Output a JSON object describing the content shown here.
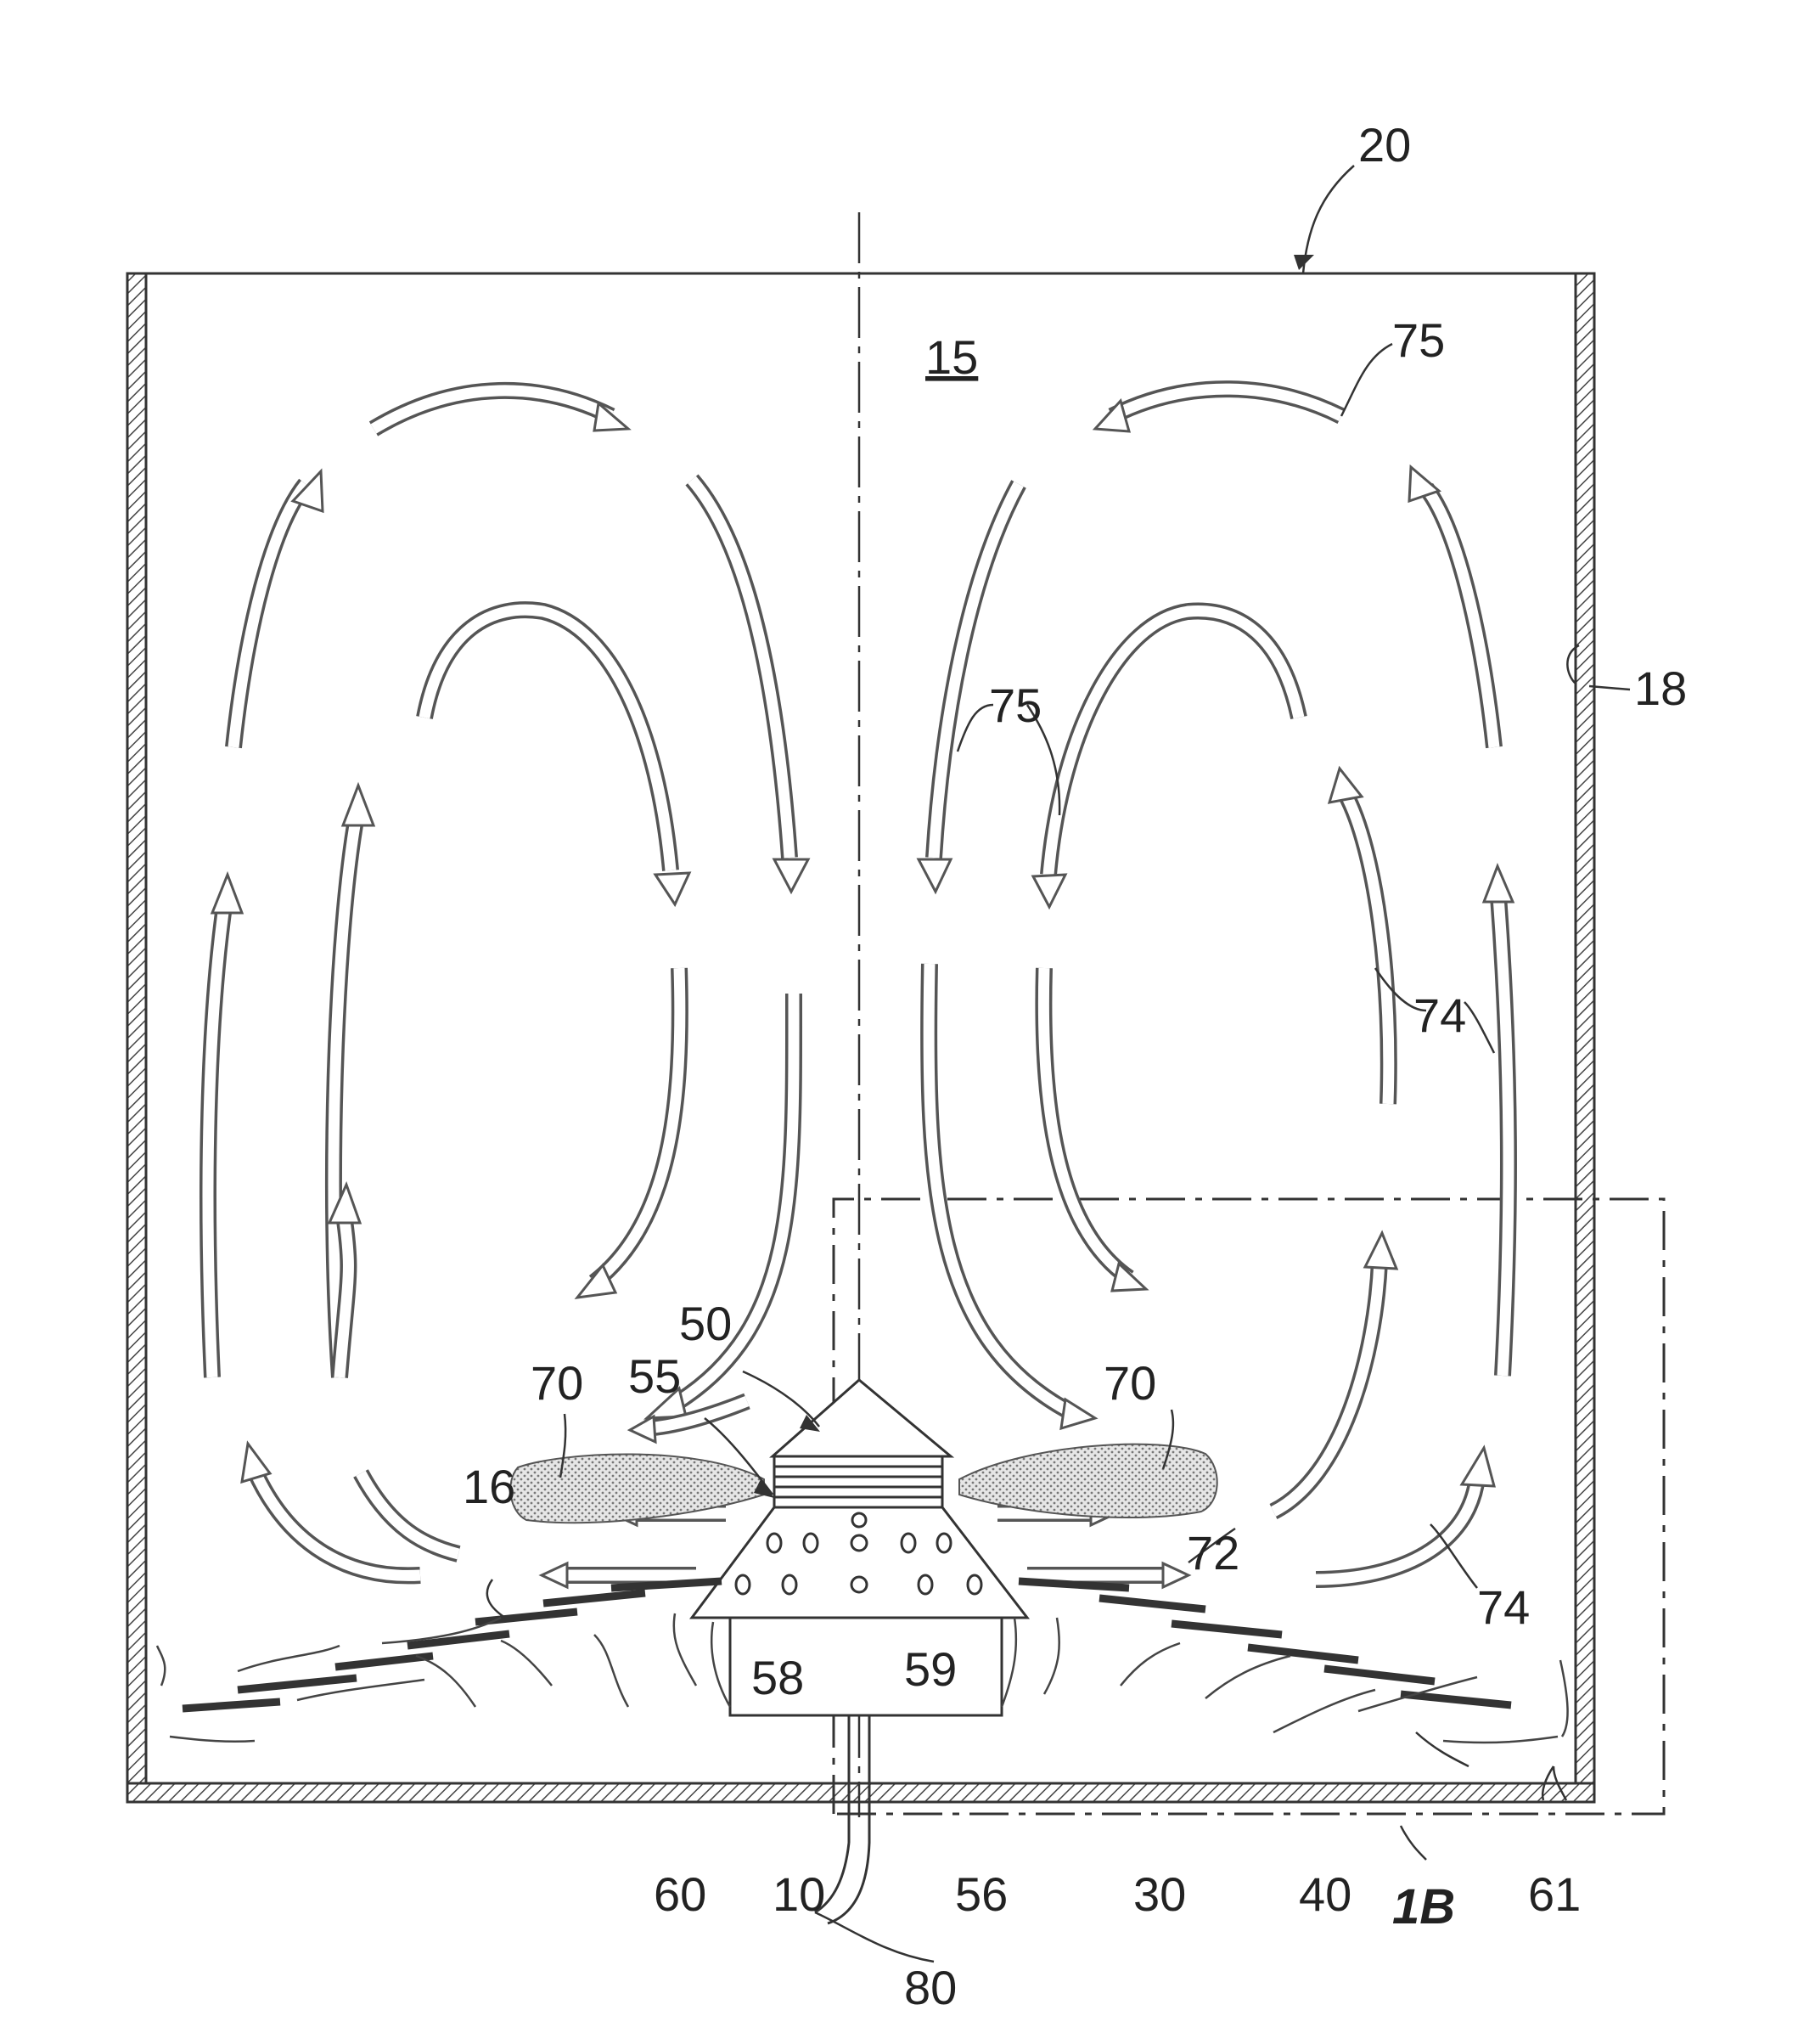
{
  "figure": {
    "labels": {
      "vessel": "20",
      "interior": "15",
      "wall": "18",
      "gap": "16",
      "device": "10",
      "liquid": "30",
      "bottom_flow": "40",
      "spray_head": "50",
      "nozzles": "55",
      "housing": "56",
      "ports_left": "58",
      "ports_right": "59",
      "jet_left": "60",
      "jet_right": "61",
      "spray_fan_left": "70",
      "spray_fan_right": "70",
      "radial_jet": "72",
      "rising_flow_upper": "74",
      "rising_flow_lower": "74",
      "descending_flow": "75",
      "top_flow": "75",
      "detail_ref": "1B",
      "supply_pipe": "80"
    }
  }
}
